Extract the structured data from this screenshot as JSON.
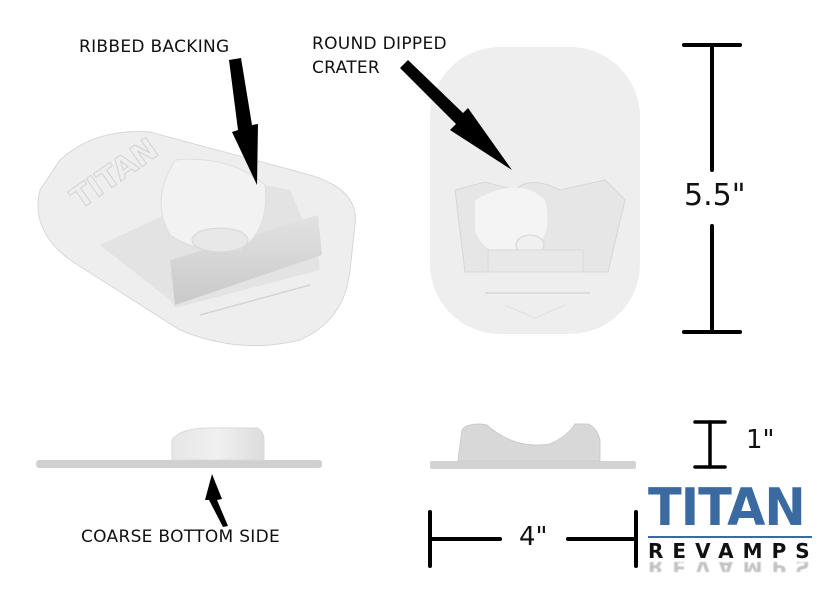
{
  "callouts": {
    "ribbed_backing": "RIBBED BACKING",
    "round_dipped_crater_line1": "ROUND DIPPED",
    "round_dipped_crater_line2": "CRATER",
    "coarse_bottom_side": "COARSE BOTTOM SIDE"
  },
  "dimensions": {
    "length": "5.5\"",
    "height": "1\"",
    "width": "4\""
  },
  "logo": {
    "titan": "TITAN",
    "revamps": "REVAMPS"
  },
  "views": [
    "isometric-view",
    "top-view",
    "side-view",
    "front-view"
  ],
  "colors": {
    "part": "#ececec",
    "part_shade": "#d4d4d4",
    "arrow": "#000000",
    "brand_blue": "#3a6aa0"
  }
}
